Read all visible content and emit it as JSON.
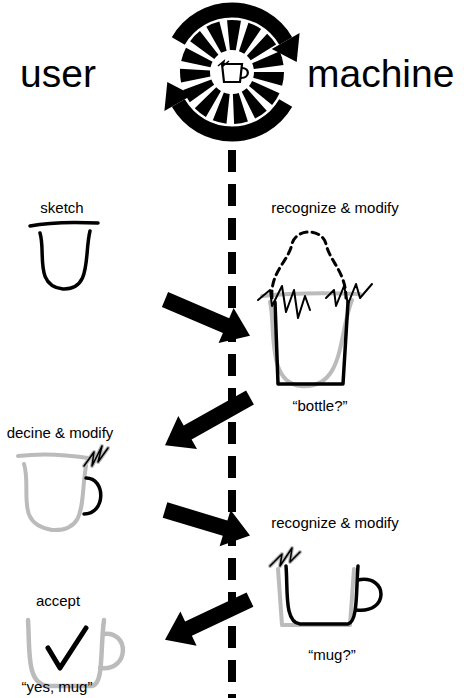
{
  "diagram": {
    "nodes": [
      {
        "text": [
          "sketch"
        ]
      },
      {
        "text": [
          "recognize & modify",
          "“bottle?”"
        ]
      },
      {
        "text": [
          "decine & modify"
        ]
      },
      {
        "text": [
          "recognize & modify",
          "“mug?”"
        ]
      },
      {
        "text": [
          "accept",
          "“yes, mug”"
        ]
      }
    ],
    "edges": [
      {
        "from": 0,
        "to": 1,
        "arrow": "to"
      },
      {
        "from": 1,
        "to": 2,
        "arrow": "to"
      },
      {
        "from": 2,
        "to": 3,
        "arrow": "to"
      },
      {
        "from": 3,
        "to": 4,
        "arrow": "to"
      }
    ],
    "labels": [
      "user",
      "machine"
    ]
  }
}
